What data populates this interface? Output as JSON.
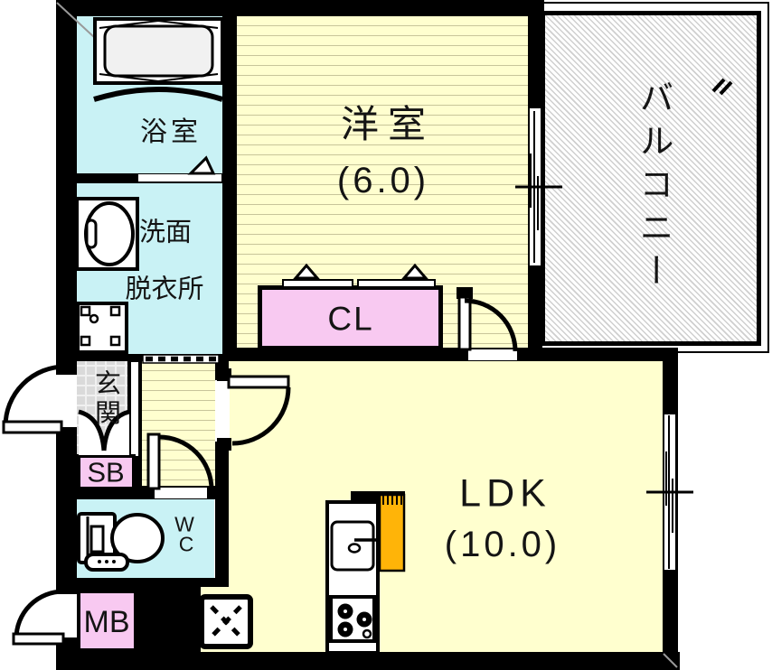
{
  "plan": {
    "rooms": {
      "western_room": {
        "label": "洋室",
        "size": "(6.0)"
      },
      "ldk": {
        "label": "LDK",
        "size": "(10.0)"
      },
      "balcony": {
        "label": "バルコニー"
      },
      "bathroom": {
        "label": "浴室"
      },
      "washroom": {
        "line1": "洗面",
        "line2": "脱衣所"
      },
      "entrance": {
        "label": "玄関"
      },
      "shoe_box": {
        "label": "SB"
      },
      "water_closet": {
        "line1": "W",
        "line2": "C"
      },
      "meter_box": {
        "label": "MB"
      },
      "closet": {
        "label": "CL"
      }
    },
    "colors": {
      "wall": "#000000",
      "floor_yellow": "#ffffcf",
      "wet_area_cyan": "#c9f2f5",
      "storage_pink": "#f8c9f1",
      "kitchen_counter_orange": "#ffb408",
      "entrance_tile_gray": "#dadada",
      "balcony_hatch_gray": "#cfcfcf"
    }
  }
}
